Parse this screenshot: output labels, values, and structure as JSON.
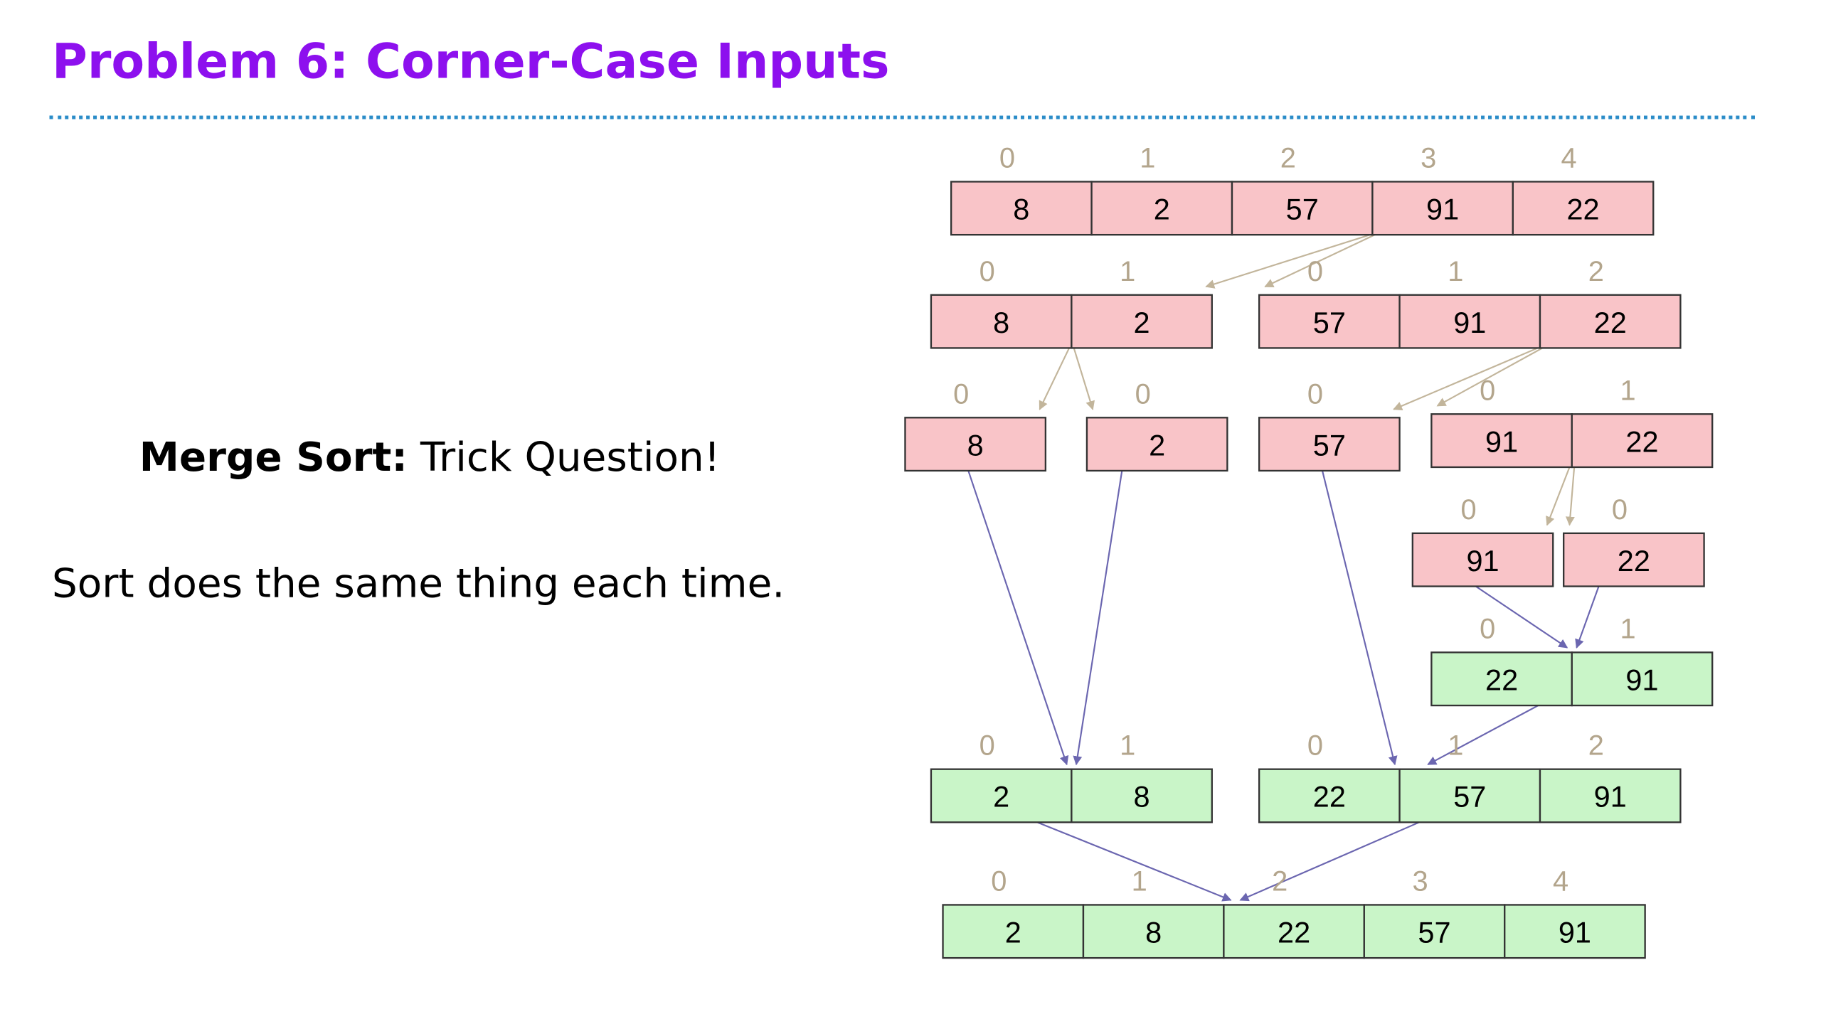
{
  "slide": {
    "title": "Problem 6: Corner-Case Inputs",
    "heading_bold": "Merge Sort:",
    "heading_rest": " Trick Question!",
    "body": "Sort does the same thing each time."
  },
  "colors": {
    "title": "#8d10ee",
    "rule": "#2a8cc8",
    "unsorted_fill": "#f9c4c8",
    "sorted_fill": "#c9f5c8",
    "index_text": "#b3a58c",
    "split_arrow": "#c2b59b",
    "merge_arrow": "#6b66b0"
  },
  "arrays": [
    {
      "id": "root",
      "values": [
        "8",
        "2",
        "57",
        "91",
        "22"
      ],
      "indices": [
        "0",
        "1",
        "2",
        "3",
        "4"
      ],
      "state": "unsorted"
    },
    {
      "id": "L",
      "values": [
        "8",
        "2"
      ],
      "indices": [
        "0",
        "1"
      ],
      "state": "unsorted"
    },
    {
      "id": "R",
      "values": [
        "57",
        "91",
        "22"
      ],
      "indices": [
        "0",
        "1",
        "2"
      ],
      "state": "unsorted"
    },
    {
      "id": "LL",
      "values": [
        "8"
      ],
      "indices": [
        "0"
      ],
      "state": "unsorted"
    },
    {
      "id": "LR",
      "values": [
        "2"
      ],
      "indices": [
        "0"
      ],
      "state": "unsorted"
    },
    {
      "id": "RL",
      "values": [
        "57"
      ],
      "indices": [
        "0"
      ],
      "state": "unsorted"
    },
    {
      "id": "RR",
      "values": [
        "91",
        "22"
      ],
      "indices": [
        "0",
        "1"
      ],
      "state": "unsorted"
    },
    {
      "id": "RRL",
      "values": [
        "91"
      ],
      "indices": [
        "0"
      ],
      "state": "unsorted"
    },
    {
      "id": "RRR",
      "values": [
        "22"
      ],
      "indices": [
        "0"
      ],
      "state": "unsorted"
    },
    {
      "id": "RRm",
      "values": [
        "22",
        "91"
      ],
      "indices": [
        "0",
        "1"
      ],
      "state": "sorted"
    },
    {
      "id": "Lm",
      "values": [
        "2",
        "8"
      ],
      "indices": [
        "0",
        "1"
      ],
      "state": "sorted"
    },
    {
      "id": "Rm",
      "values": [
        "22",
        "57",
        "91"
      ],
      "indices": [
        "0",
        "1",
        "2"
      ],
      "state": "sorted"
    },
    {
      "id": "final",
      "values": [
        "2",
        "8",
        "22",
        "57",
        "91"
      ],
      "indices": [
        "0",
        "1",
        "2",
        "3",
        "4"
      ],
      "state": "sorted"
    }
  ],
  "edges": [
    {
      "from": "root",
      "to": "L",
      "kind": "split"
    },
    {
      "from": "root",
      "to": "R",
      "kind": "split"
    },
    {
      "from": "L",
      "to": "LL",
      "kind": "split"
    },
    {
      "from": "L",
      "to": "LR",
      "kind": "split"
    },
    {
      "from": "R",
      "to": "RL",
      "kind": "split"
    },
    {
      "from": "R",
      "to": "RR",
      "kind": "split"
    },
    {
      "from": "RR",
      "to": "RRL",
      "kind": "split"
    },
    {
      "from": "RR",
      "to": "RRR",
      "kind": "split"
    },
    {
      "from": "RRL",
      "to": "RRm",
      "kind": "merge"
    },
    {
      "from": "RRR",
      "to": "RRm",
      "kind": "merge"
    },
    {
      "from": "LL",
      "to": "Lm",
      "kind": "merge"
    },
    {
      "from": "LR",
      "to": "Lm",
      "kind": "merge"
    },
    {
      "from": "RL",
      "to": "Rm",
      "kind": "merge"
    },
    {
      "from": "RRm",
      "to": "Rm",
      "kind": "merge"
    },
    {
      "from": "Lm",
      "to": "final",
      "kind": "merge"
    },
    {
      "from": "Rm",
      "to": "final",
      "kind": "merge"
    }
  ]
}
